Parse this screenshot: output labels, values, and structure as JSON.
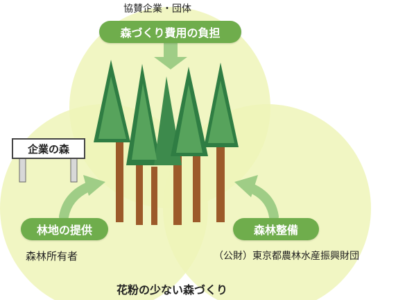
{
  "top_org": "協賛企業・団体",
  "top_pill": "森づくり費用の負担",
  "sign": "企業の森",
  "left_pill": "林地の提供",
  "left_org": "森林所有者",
  "right_pill": "森林整備",
  "right_org": "（公財）東京都農林水産振興財団",
  "caption": "花粉の少ない森づくり",
  "colors": {
    "circle": "#eef4b9",
    "circle_edge": "#e2ebaa",
    "pill": "#6fad4c",
    "arrow": "#9fcd86",
    "trunk": "#9c5a2a",
    "foliage_dark": "#2f7d43",
    "foliage_light": "#57a35c"
  }
}
